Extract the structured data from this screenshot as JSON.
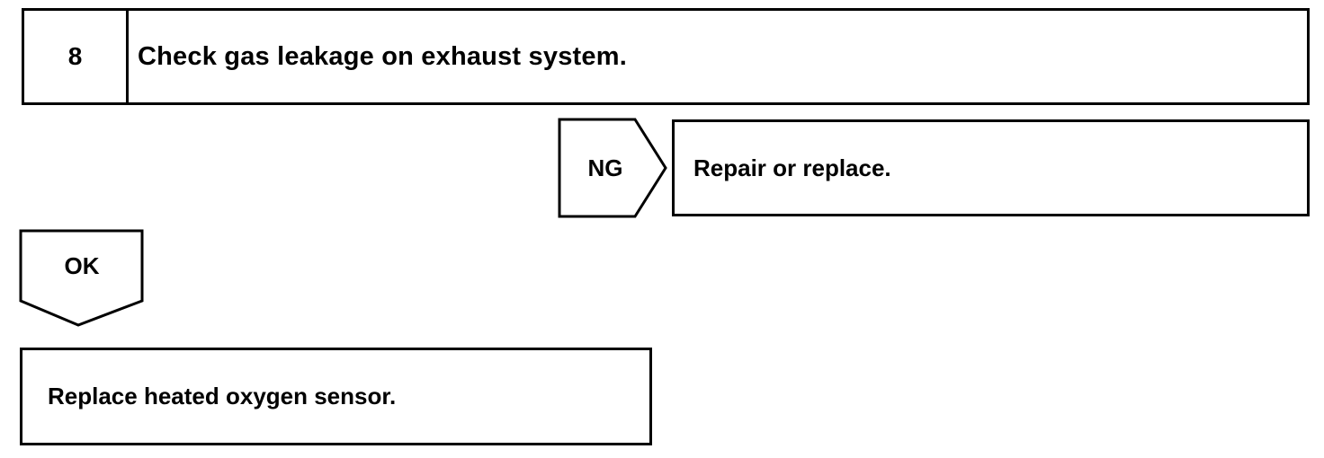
{
  "step": {
    "number": "8",
    "instruction": "Check gas leakage on exhaust system."
  },
  "ng_branch": {
    "label": "NG",
    "action": "Repair or replace."
  },
  "ok_branch": {
    "label": "OK",
    "action": "Replace heated oxygen sensor."
  },
  "colors": {
    "line": "#000000",
    "background": "#ffffff"
  }
}
